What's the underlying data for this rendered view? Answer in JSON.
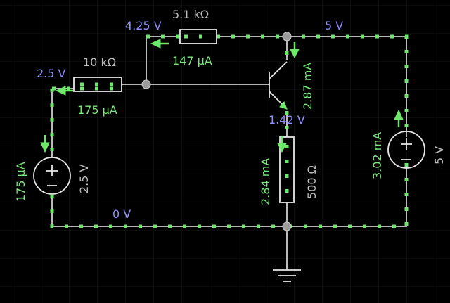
{
  "labels": {
    "v_top_left": "4.25 V",
    "v_left": "2.5 V",
    "v_right": "5 V",
    "v_emitter": "1.42 V",
    "v_ground": "0 V",
    "r1_value": "5.1 kΩ",
    "r2_value": "10 kΩ",
    "r3_value": "500 Ω",
    "i_r1": "147 µA",
    "i_r2": "175 µA",
    "i_source_left": "175 µA",
    "i_collector": "2.87 mA",
    "i_emitter": "2.84 mA",
    "i_source_right": "3.02 mA",
    "src_left_value": "2.5 V",
    "src_right_value": "5 V"
  },
  "colors": {
    "background": "#000000",
    "voltage_label": "#8f8fff",
    "current_label": "#79e879",
    "wire": "#cfcfcf",
    "grid": "#161616"
  }
}
